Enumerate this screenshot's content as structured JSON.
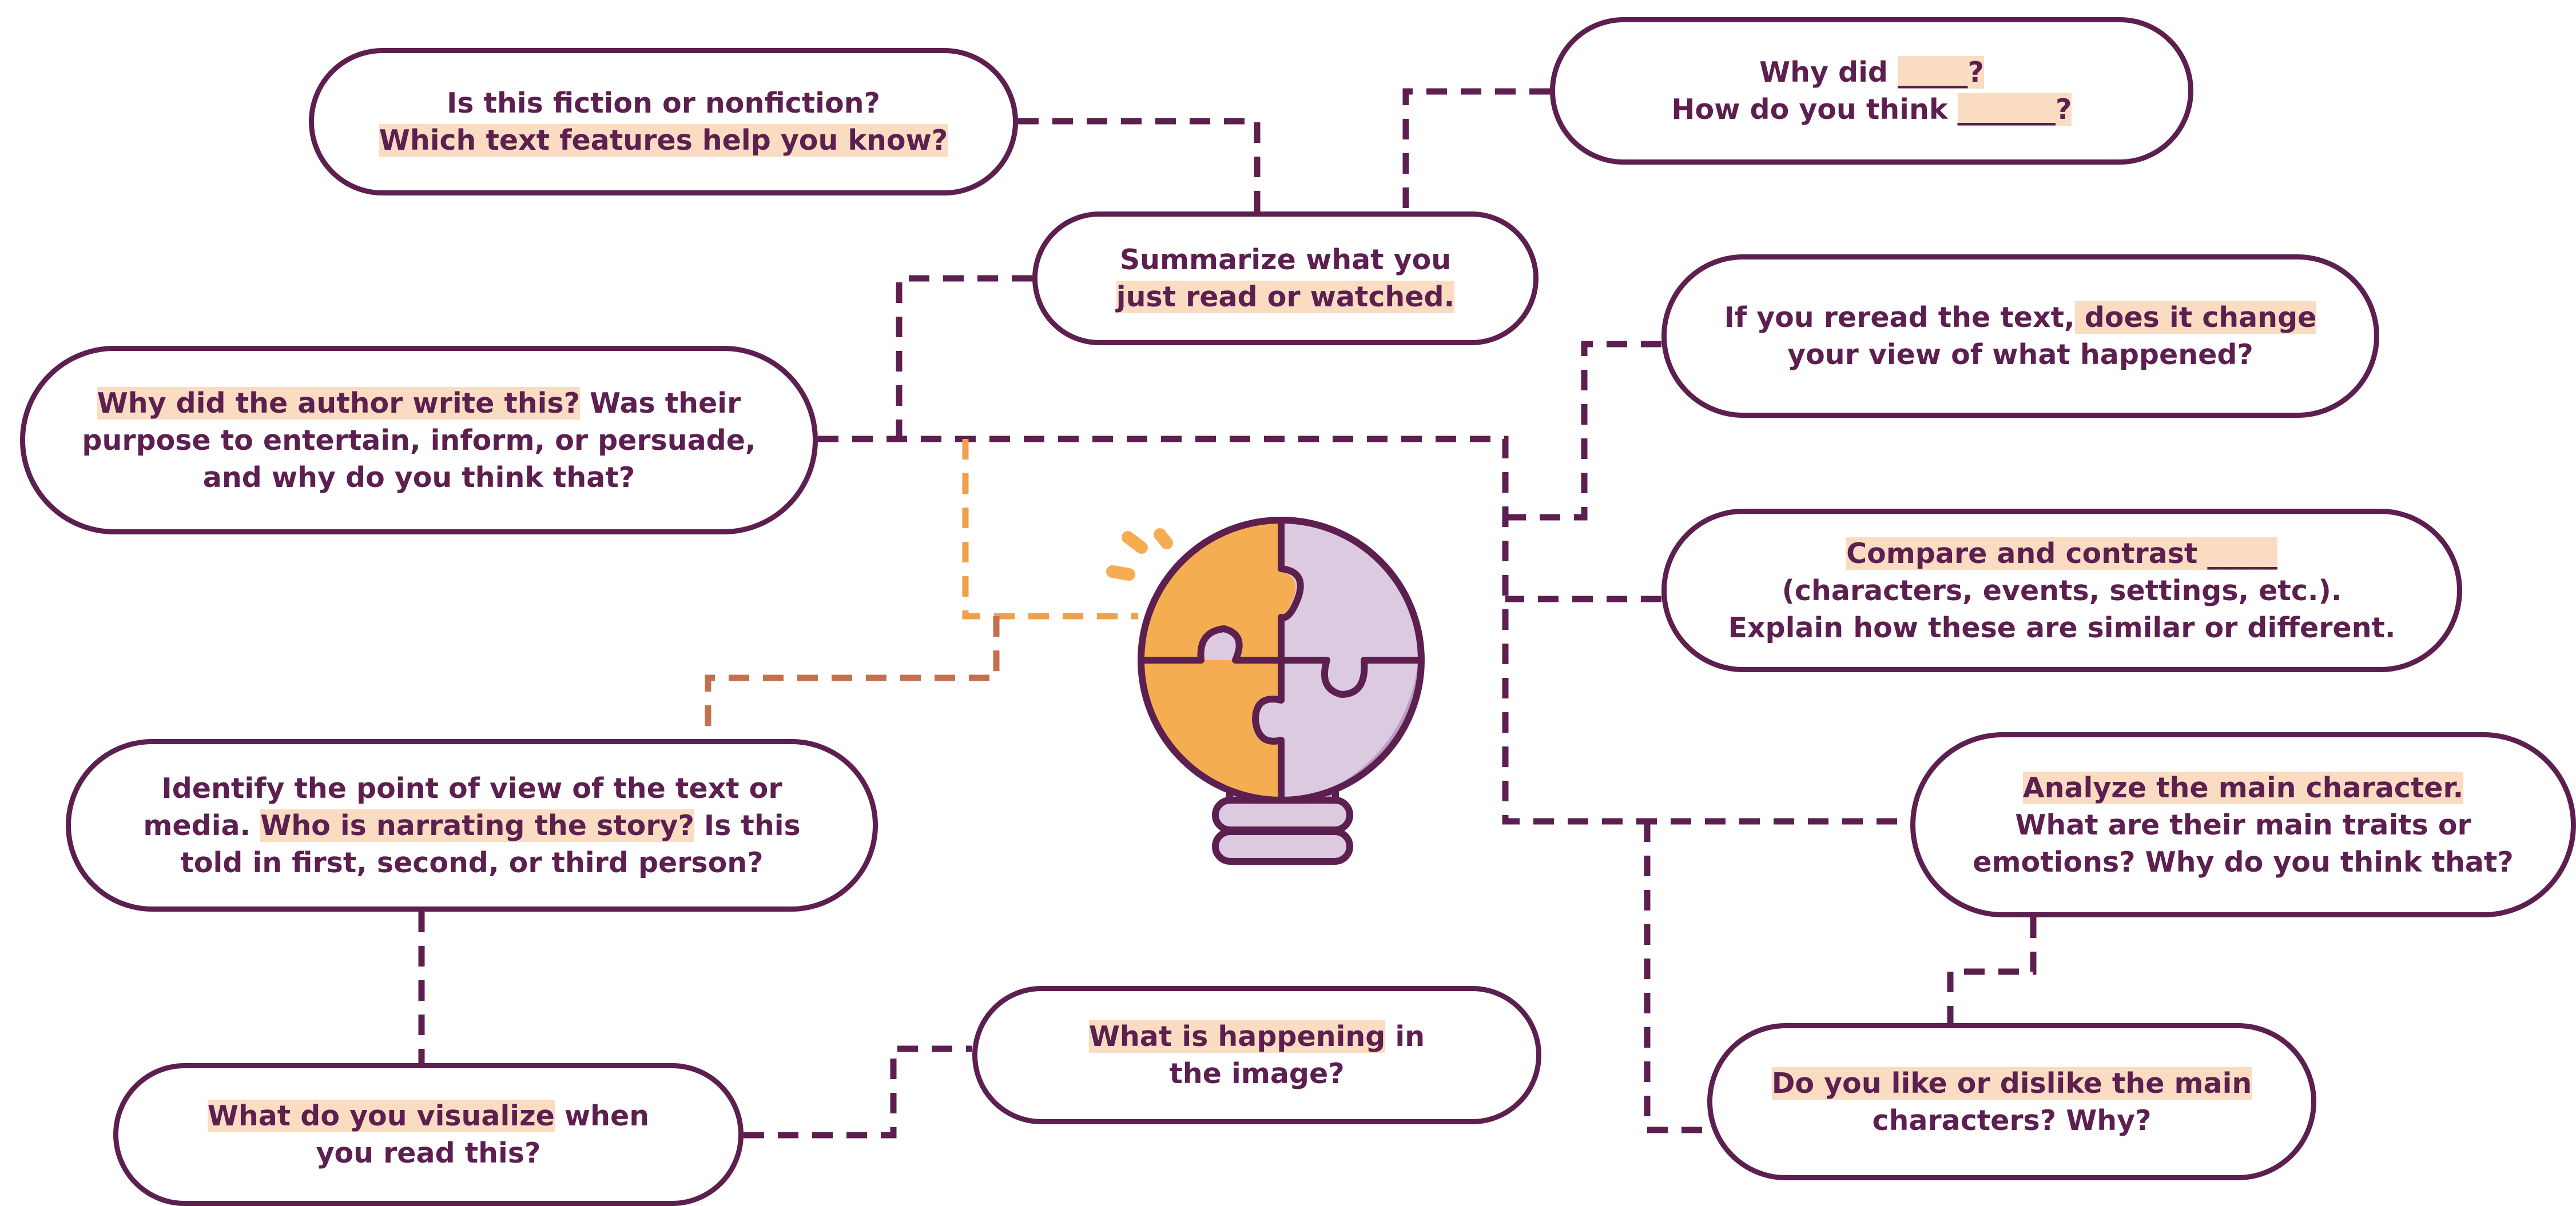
{
  "colors": {
    "outline": "#5c1f4f",
    "highlight": "#fadcc2",
    "orange": "#f5ad52",
    "lavender": "#dccbe0",
    "lavender_dark": "#b9a0c2",
    "connector_orange": "#f0a04b",
    "connector_brown": "#c1714f"
  },
  "center_icon": "lightbulb-puzzle-icon",
  "nodes": {
    "fiction": {
      "lines": [
        [
          {
            "t": "Is this fiction or nonfiction?",
            "h": false
          }
        ],
        [
          {
            "t": "Which text features help you know?",
            "h": true
          }
        ]
      ]
    },
    "summarize": {
      "lines": [
        [
          {
            "t": "Summarize what you",
            "h": false
          }
        ],
        [
          {
            "t": "just read or watched.",
            "h": true
          }
        ]
      ]
    },
    "why_did": {
      "lines": [
        [
          {
            "t": "Why did ",
            "h": false
          },
          {
            "t": "_____?",
            "h": true
          }
        ],
        [
          {
            "t": "How do you think ",
            "h": false
          },
          {
            "t": "_______?",
            "h": true
          }
        ]
      ]
    },
    "author": {
      "lines": [
        [
          {
            "t": "Why did the author write this?",
            "h": true
          },
          {
            "t": " Was their",
            "h": false
          }
        ],
        [
          {
            "t": "purpose to entertain, inform, or persuade,",
            "h": false
          }
        ],
        [
          {
            "t": "and why do you think that?",
            "h": false
          }
        ]
      ]
    },
    "reread": {
      "lines": [
        [
          {
            "t": "If you reread the text,",
            "h": false
          },
          {
            "t": " does it change",
            "h": true
          }
        ],
        [
          {
            "t": "your view of what happened?",
            "h": false
          }
        ]
      ]
    },
    "compare": {
      "lines": [
        [
          {
            "t": "Compare and contrast _____",
            "h": true
          }
        ],
        [
          {
            "t": "(characters, events, settings, etc.).",
            "h": false
          }
        ],
        [
          {
            "t": "Explain how these are similar or different.",
            "h": false
          }
        ]
      ]
    },
    "point_of_view": {
      "lines": [
        [
          {
            "t": "Identify the point of view of the text or",
            "h": false
          }
        ],
        [
          {
            "t": "media. ",
            "h": false
          },
          {
            "t": "Who is narrating the story?",
            "h": true
          },
          {
            "t": " Is this",
            "h": false
          }
        ],
        [
          {
            "t": "told in first, second, or third person?",
            "h": false
          }
        ]
      ]
    },
    "analyze": {
      "lines": [
        [
          {
            "t": "Analyze the main character.",
            "h": true
          }
        ],
        [
          {
            "t": "What are their main traits or",
            "h": false
          }
        ],
        [
          {
            "t": "emotions? Why do you think that?",
            "h": false
          }
        ]
      ]
    },
    "happening": {
      "lines": [
        [
          {
            "t": "What is happening",
            "h": true
          },
          {
            "t": " in",
            "h": false
          }
        ],
        [
          {
            "t": "the image?",
            "h": false
          }
        ]
      ]
    },
    "visualize": {
      "lines": [
        [
          {
            "t": "What do you visualize",
            "h": true
          },
          {
            "t": " when",
            "h": false
          }
        ],
        [
          {
            "t": "you read this?",
            "h": false
          }
        ]
      ]
    },
    "like": {
      "lines": [
        [
          {
            "t": "Do you like or dislike the main",
            "h": true
          }
        ],
        [
          {
            "t": "characters? Why?",
            "h": false
          }
        ]
      ]
    }
  }
}
